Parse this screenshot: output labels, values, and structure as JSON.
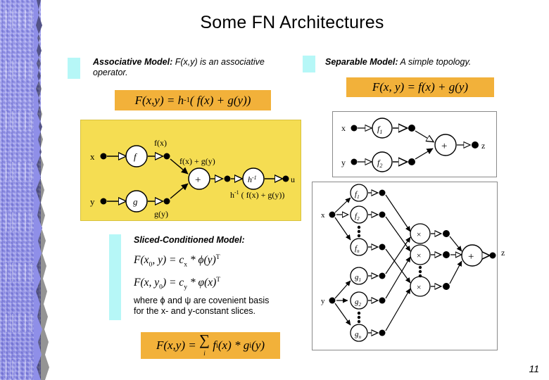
{
  "slide": {
    "title": "Some FN Architectures",
    "page_number": "11",
    "colors": {
      "edge_strip": "#8f8fe8",
      "bullet_square": "#b6f7f7",
      "formula_box": "#f2b13a",
      "diagram_yellow": "#f5dd52",
      "panel_border": "#8a8a8a",
      "text": "#000000"
    }
  },
  "associative": {
    "bullet_label_bold": "Associative Model:",
    "bullet_label_rest": " F(x,y) is an associative operator.",
    "formula": "F(x, y) = h⁻¹( f(x) + g(y))",
    "formula_parts": {
      "lhs": "F(x,y) =",
      "h": "h",
      "exp": "-1",
      "rhs": "( f(x) + g(y))"
    },
    "diagram": {
      "input_x": "x",
      "input_y": "y",
      "node_f": "f",
      "node_g": "g",
      "node_sum": "+",
      "node_hinv": "h",
      "node_hinv_exp": "-1",
      "label_fx": "f(x)",
      "label_gy": "g(y)",
      "label_sum": "f(x) + g(y)",
      "output_label": "u",
      "output_expr_h": "h",
      "output_expr_exp": "-1",
      "output_expr_rest": "( f(x) + g(y))"
    }
  },
  "separable": {
    "bullet_label_bold": "Separable Model:",
    "bullet_label_rest": " A simple topology.",
    "formula": "F(x, y) = f(x) + g(y)",
    "diagram": {
      "input_x": "x",
      "input_y": "y",
      "node_f1": "f",
      "node_f1_sub": "1",
      "node_f2": "f",
      "node_f2_sub": "2",
      "node_sum": "+",
      "output": "z"
    }
  },
  "sliced": {
    "title": "Sliced-Conditioned Model:",
    "formula_1": {
      "F": "F(x",
      "sub0": "0",
      "mid": ", y) = c",
      "subx": "x",
      "tail": " * ϕ(y)",
      "supT": "T"
    },
    "formula_2": {
      "F": "F(x, y",
      "sub0": "0",
      "mid": ") = c",
      "suby": "y",
      "tail": " * φ(x)",
      "supT": "T"
    },
    "note_line1": "where ϕ and ψ are covenient basis",
    "note_line2": "for the x- and y-constant slices.",
    "formula_3": {
      "lhs": "F(x,y) =",
      "sigma": "∑",
      "sigma_sub": "i",
      "rhs_f": "f",
      "rhs_f_sub": "i",
      "rhs_mid": "(x) * g",
      "rhs_g_sub": "i",
      "rhs_tail": "(y)"
    },
    "diagram": {
      "input_x": "x",
      "input_y": "y",
      "f_nodes": [
        "f₁",
        "f₂",
        "fₙ"
      ],
      "g_nodes": [
        "g₁",
        "g₂",
        "gₙ"
      ],
      "f_base": "f",
      "g_base": "g",
      "f_subs": [
        "1",
        "2",
        "n"
      ],
      "g_subs": [
        "1",
        "2",
        "n"
      ],
      "mult_node": "×",
      "sum_node": "+",
      "output": "z",
      "ellipsis": "⋮"
    }
  }
}
